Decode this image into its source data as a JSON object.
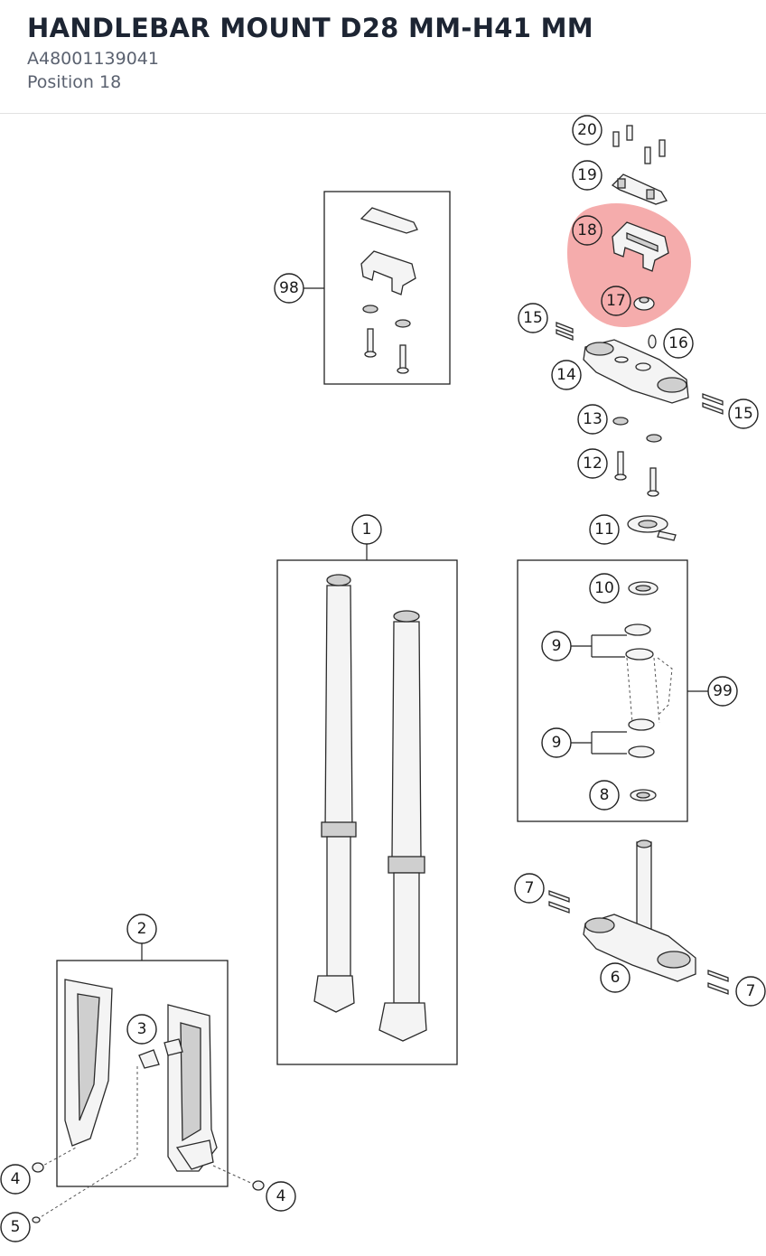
{
  "header": {
    "title": "HANDLEBAR MOUNT D28 MM-H41 MM",
    "part_number": "A48001139041",
    "position": "Position 18"
  },
  "highlight": {
    "color": "#f08080",
    "selected_position": "18"
  },
  "labels": {
    "l20": "20",
    "l19": "19",
    "l18": "18",
    "l17": "17",
    "l98": "98",
    "l15a": "15",
    "l16": "16",
    "l14": "14",
    "l15b": "15",
    "l13": "13",
    "l12": "12",
    "l11": "11",
    "l10": "10",
    "l9a": "9",
    "l99": "99",
    "l9b": "9",
    "l8": "8",
    "l1": "1",
    "l7a": "7",
    "l6": "6",
    "l7b": "7",
    "l2": "2",
    "l3": "3",
    "l4a": "4",
    "l4b": "4",
    "l5": "5"
  }
}
